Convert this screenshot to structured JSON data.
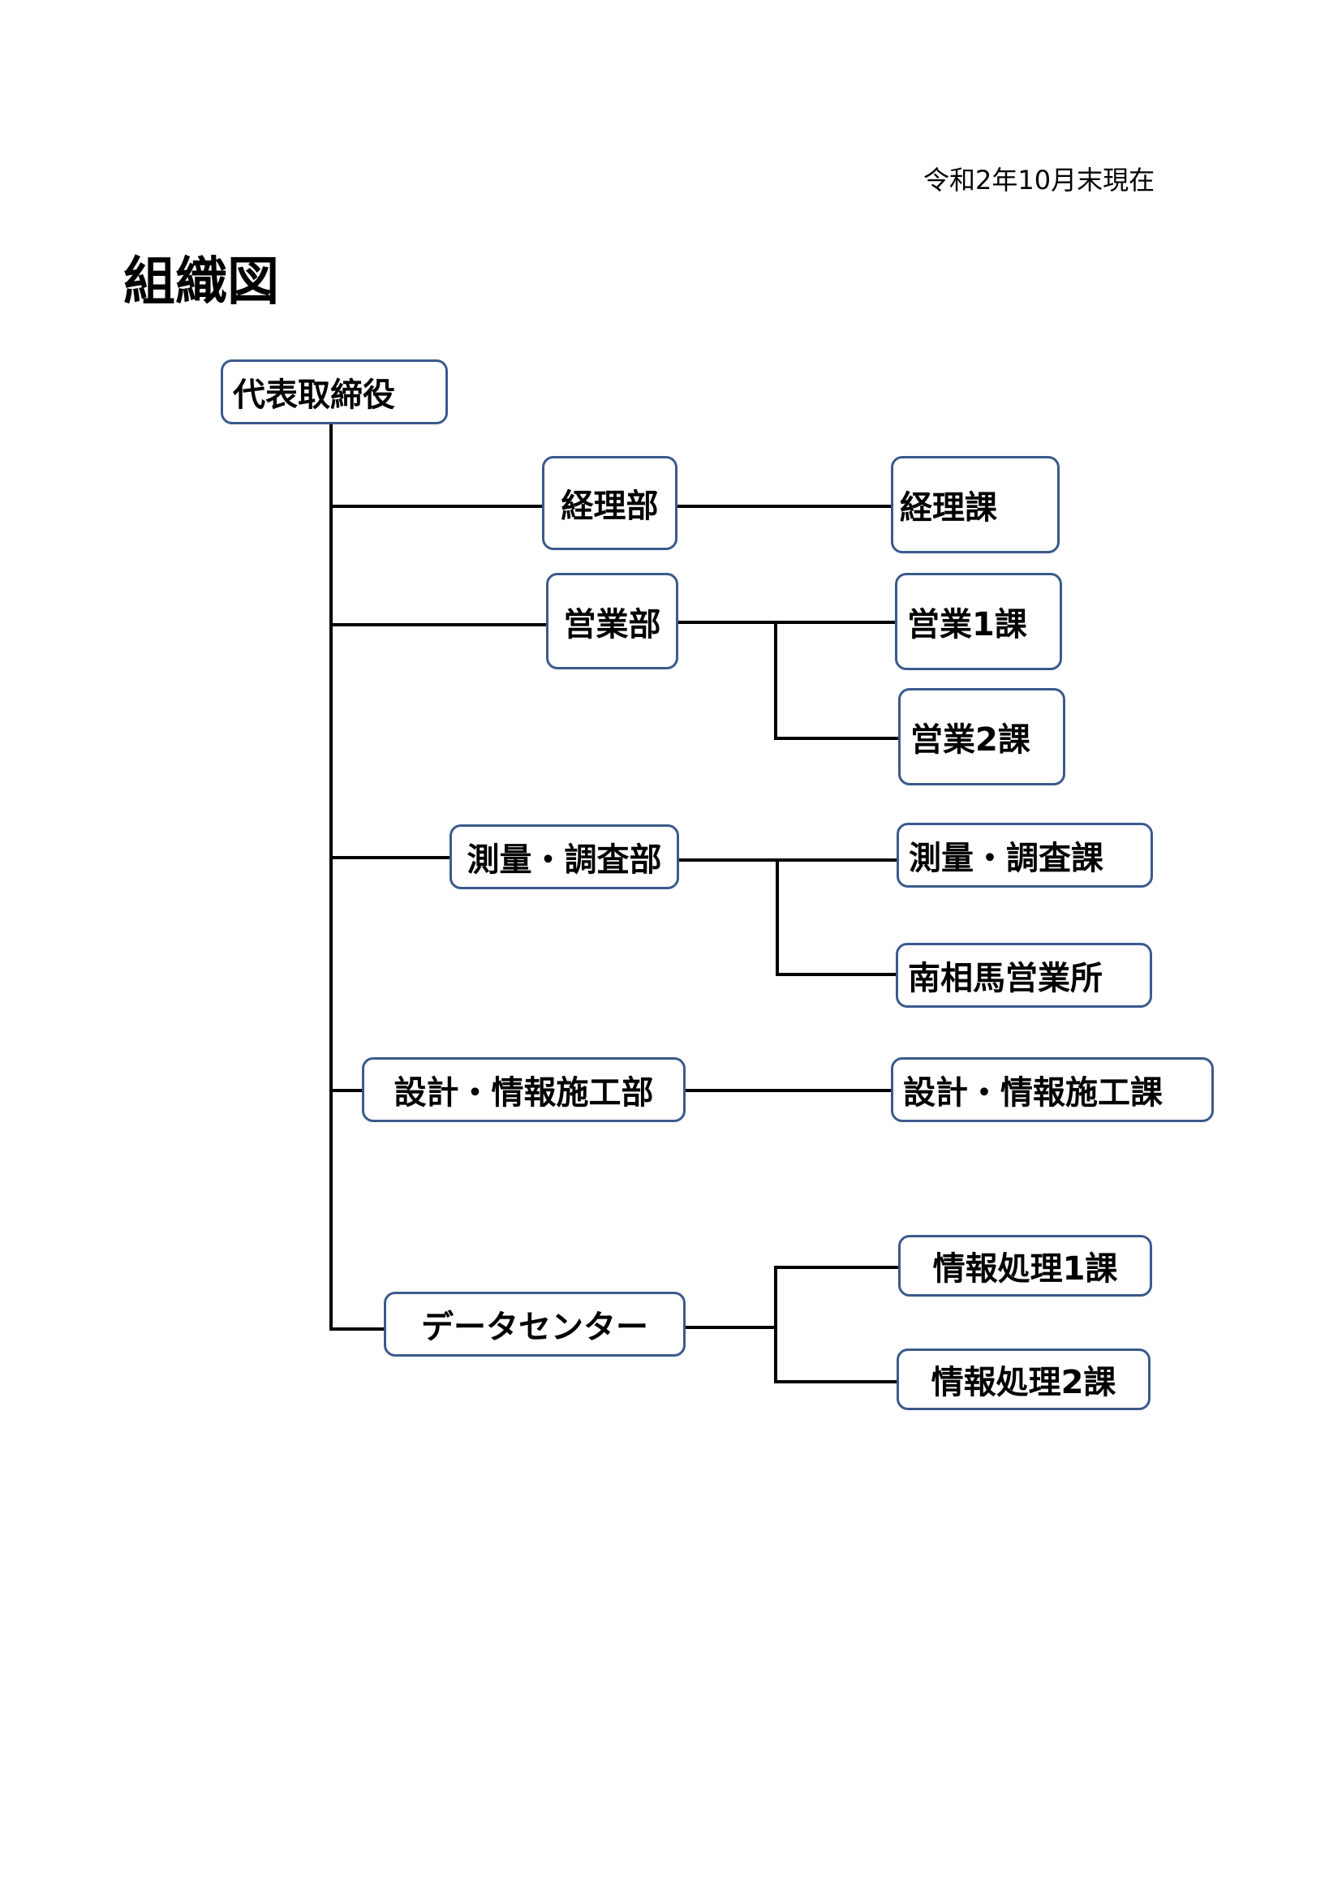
{
  "header": {
    "date_note": "令和2年10月末現在",
    "title": "組織図"
  },
  "org": {
    "root": "代表取締役",
    "keiri_bu": "経理部",
    "keiri_ka": "経理課",
    "eigyo_bu": "営業部",
    "eigyo_1ka": "営業1課",
    "eigyo_2ka": "営業2課",
    "sokuryo_bu": "測量・調査部",
    "sokuryo_ka": "測量・調査課",
    "minamisoma": "南相馬営業所",
    "sekkei_bu": "設計・情報施工部",
    "sekkei_ka": "設計・情報施工課",
    "data_center": "データセンター",
    "joho_1ka": "情報処理1課",
    "joho_2ka": "情報処理2課"
  },
  "colors": {
    "box_border": "#3b5a8c",
    "connector": "#000000"
  }
}
